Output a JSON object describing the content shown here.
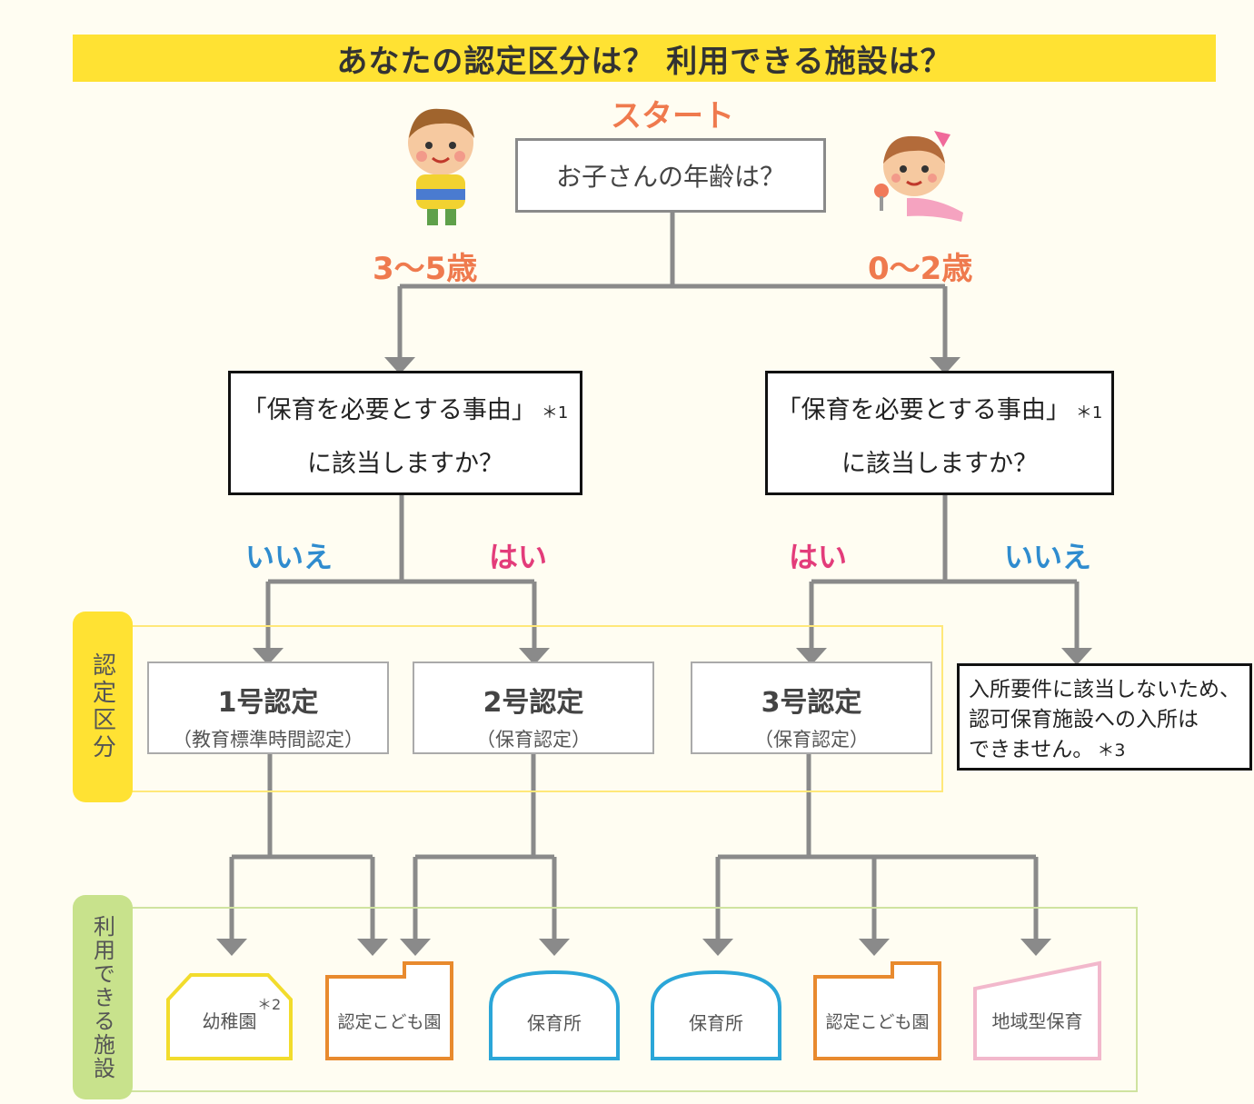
{
  "title": "あなたの認定区分は？ 利用できる施設は？",
  "start": {
    "label": "スタート",
    "question": "お子さんの年齢は？"
  },
  "ages": {
    "left": "3～5歳",
    "right": "0～2歳"
  },
  "questions": {
    "left": {
      "line1": "「保育を必要とする事由」",
      "note": "＊1",
      "line2": "に該当しますか？"
    },
    "right": {
      "line1": "「保育を必要とする事由」",
      "note": "＊1",
      "line2": "に該当しますか？"
    }
  },
  "answers": {
    "left_no": "いいえ",
    "left_yes": "はい",
    "right_yes": "はい",
    "right_no": "いいえ"
  },
  "section_labels": {
    "certification": "認定区分",
    "facilities": "利用できる施設"
  },
  "certifications": [
    {
      "title": "1号認定",
      "sub": "（教育標準時間認定）"
    },
    {
      "title": "2号認定",
      "sub": "（保育認定）"
    },
    {
      "title": "3号認定",
      "sub": "（保育認定）"
    }
  ],
  "ineligible_note": {
    "line1": "入所要件に該当しないため、",
    "line2": "認可保育施設への入所は",
    "line3": "できません。",
    "note": "＊3"
  },
  "facilities": [
    {
      "label": "幼稚園",
      "note": "＊2",
      "color": "#f2dc2c"
    },
    {
      "label": "認定こども園",
      "color": "#e88a2e"
    },
    {
      "label": "保育所",
      "color": "#2ba6d8"
    },
    {
      "label": "保育所",
      "color": "#2ba6d8"
    },
    {
      "label": "認定こども園",
      "color": "#e88a2e"
    },
    {
      "label": "地域型保育",
      "color": "#f2b8cc"
    }
  ],
  "colors": {
    "banner": "#ffe233",
    "accent_orange": "#ef7a4e",
    "answer_no": "#2f8ccf",
    "answer_yes": "#e33c7a",
    "connector": "#8a8a8a"
  }
}
